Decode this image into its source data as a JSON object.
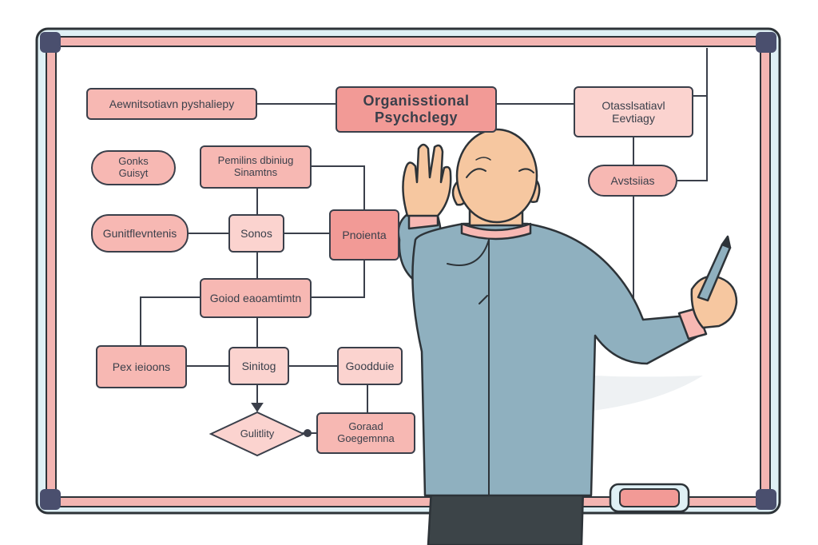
{
  "whiteboard": {
    "colors": {
      "frame": "#f3b5b2",
      "frame_inner": "#dff0f5",
      "board": "#ffffff",
      "line": "#3a3f4a",
      "node_dark": "#f29a96",
      "node_mid": "#f7b8b3",
      "node_light": "#fbd3cf"
    }
  },
  "diagram": {
    "title": "Organisstional\nPsychclegy",
    "nodes": {
      "top_left": "Aewnitsotiavn pyshaliepy",
      "top_right": "Otasslsatiavl\nEevtiagy",
      "right_pill": "Avstsiias",
      "left_pill_1": "Gonks\nGuisyt",
      "left_pill_2": "Gunitflevntenis",
      "upper_box": "Pemilins dbiniug\nSinamtns",
      "center": "Sonos",
      "right_middle": "Pnoienta",
      "wide_middle": "Goiod eaoamtimtn",
      "bottom_left": "Pex ieioons",
      "bottom_center": "Sinitog",
      "bottom_right": "Goodduie",
      "diamond": "Gulitlity",
      "bottom_box": "Goraad\nGoegemnna"
    }
  },
  "person": {
    "colors": {
      "jacket": "#8fb0bf",
      "skin": "#f6c7a0",
      "pants": "#3c4448",
      "outline": "#2d3338"
    },
    "holds": "pen-icon"
  }
}
